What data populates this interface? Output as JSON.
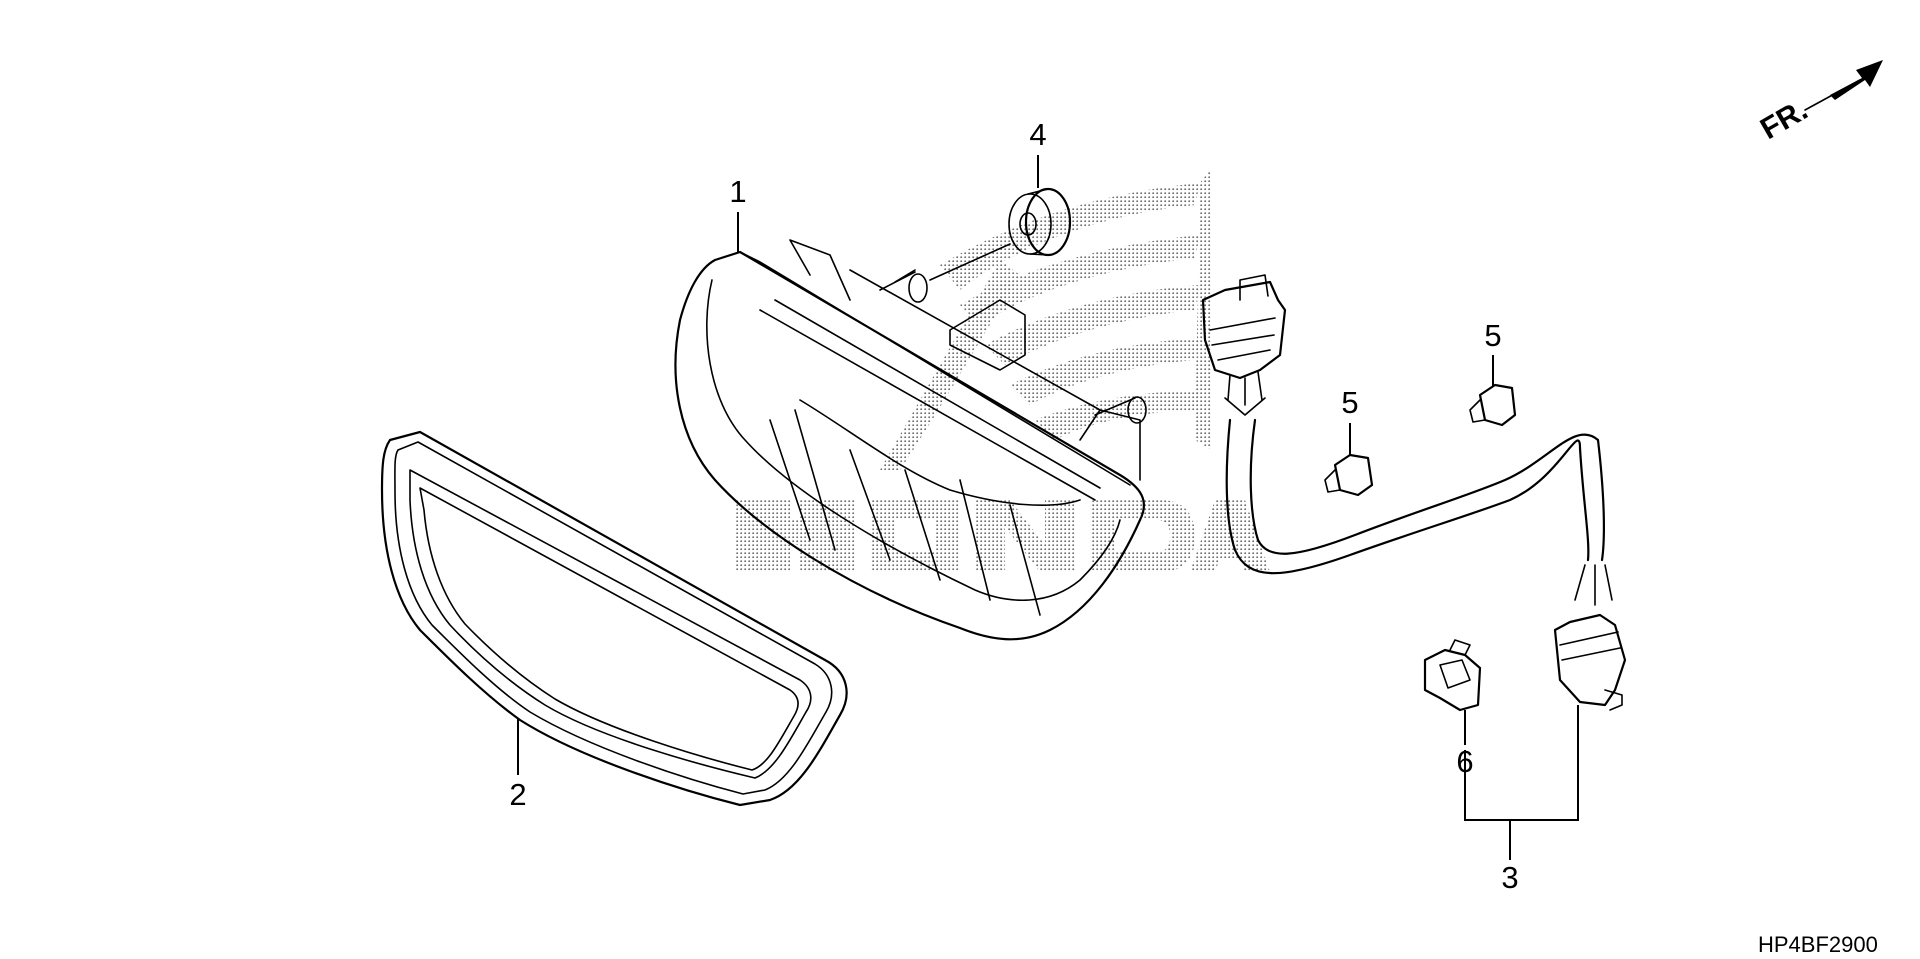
{
  "diagram": {
    "callouts": [
      {
        "id": "1",
        "label": "1"
      },
      {
        "id": "2",
        "label": "2"
      },
      {
        "id": "3",
        "label": "3"
      },
      {
        "id": "4",
        "label": "4"
      },
      {
        "id": "5a",
        "label": "5"
      },
      {
        "id": "5b",
        "label": "5"
      },
      {
        "id": "6",
        "label": "6"
      }
    ],
    "direction_label": "FR.",
    "drawing_code": "HP4BF2900",
    "watermark": "HONDA"
  },
  "colors": {
    "line": "#000000",
    "background": "#ffffff",
    "watermark_dots": "#6f6f6f"
  }
}
